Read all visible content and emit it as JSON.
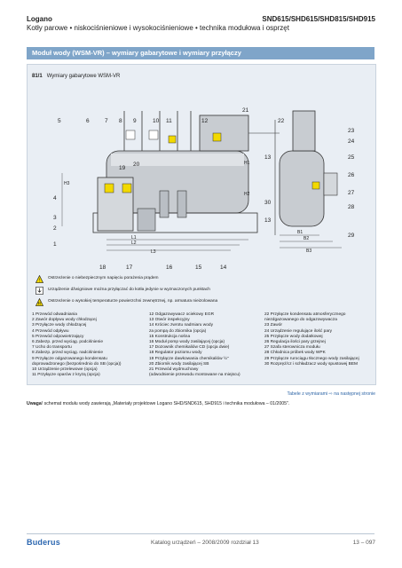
{
  "header": {
    "product": "Logano",
    "subtitle": "Kotły parowe • niskociśnieniowe i wysokociśnieniowe • technika modułowa i osprzęt",
    "models": "SND615/SHD615/SHD815/SHD915"
  },
  "section": {
    "title": "Moduł wody (WSM-VR) – wymiary gabarytowe i wymiary przyłączy"
  },
  "figure": {
    "number": "81/1",
    "title": "Wymiary gabarytowe WSM-VR",
    "callouts_top": [
      "5",
      "6",
      "7",
      "8",
      "9",
      "10",
      "11",
      "12",
      "21",
      "22"
    ],
    "callouts_right": [
      "23",
      "24",
      "25",
      "26",
      "27",
      "28",
      "29"
    ],
    "callouts_left": [
      "4",
      "3",
      "2",
      "1"
    ],
    "callouts_bottom": [
      "18",
      "17",
      "16",
      "15",
      "14"
    ],
    "callouts_mid": [
      "19",
      "20",
      "13",
      "30",
      "13"
    ],
    "dims": [
      "L1",
      "L2",
      "L3",
      "H1",
      "H2",
      "H3",
      "B1",
      "B2",
      "B3"
    ]
  },
  "legend": [
    "Ostrzeżenie o niebezpiecznym napięciu porażenia prądem",
    "Urządzenie dźwigniowe można przyłączać do kotła jedynie w wyznaczonych punktach",
    "Ostrzeżenie o wysokiej temperaturze powierzchni zewnętrznej, np. armatura nieizolowana"
  ],
  "parts": {
    "col1": [
      "1   Przewód odwadniania",
      "2   Zawór dopływu wody chłodzącej",
      "3   Przyłącze wody chłodzącej",
      "4   Przewód odpływu",
      "5   Przewód odpowietrzający",
      "6   Zabezp. przed wyciąg. podciśnienie",
      "7   Ucho do transportu",
      "8   Zabezp. przed wyciąg. nadciśnienie",
      "9   Przyłącze odgazowanego kondensatu",
      "      doprowadzonego (bezpośrednio do SB (opcja))",
      "10  Urządzenie przelewowe (opcja)",
      "11  Przyłącze oparów z kryzą (opcja)"
    ],
    "col2": [
      "12  Odgazowywacz ociekowy EGR",
      "13  Otwór inspekcyjny",
      "14  Króciec zwrotu nadmiaru wody",
      "      za pompą do zbiornika (opcja)",
      "15  Konstrukcja nośna",
      "16  Moduł pomp wody zasilającej (opcja)",
      "17  Dozownik chemikaliów CD (opcja dwie)",
      "18  Regulator poziomu wody",
      "19  Przyłącze dawkowania chemikaliów ½\"",
      "20  Zbiornik wody zasilającej SB",
      "21  Przewód wydmuchowy",
      "      (odwodnienie przewodu montowane na miejscu)"
    ],
    "col3": [
      "22  Przyłącze kondensatu atmosferycznego",
      "      niezdgazowanego do odgazowywacza",
      "23  Zawór",
      "24  Urządzenie regulujące ilość pary",
      "25  Przyłącze wody dodatkowej",
      "26  Regulacja ilości pary grzejnej",
      "27  Szafa sterownicza modułu",
      "28  Chłodnica próbek wody WPK",
      "29  Przyłącze rurociągu tłocznego wody zasilającej",
      "30  Rozpręż/cz i schładzacz wody spustowej BEM"
    ]
  },
  "note_link": "Tabele z wymiarami ⇨ na następnej stronie",
  "note": {
    "label": "Uwaga",
    "text": "! schemat modułu wody zawierają „Materiały projektowe Logano SHD/SND615, SHD915 i technika modułowa – 01/2005\"."
  },
  "footer": {
    "logo": "Buderus",
    "center": "Katalog urządzeń – 2008/2009 rozdział 13",
    "page": "13 – 097"
  },
  "colors": {
    "accent": "#7fa5c9",
    "brand": "#2c67b0",
    "panel": "#e9eef4"
  }
}
